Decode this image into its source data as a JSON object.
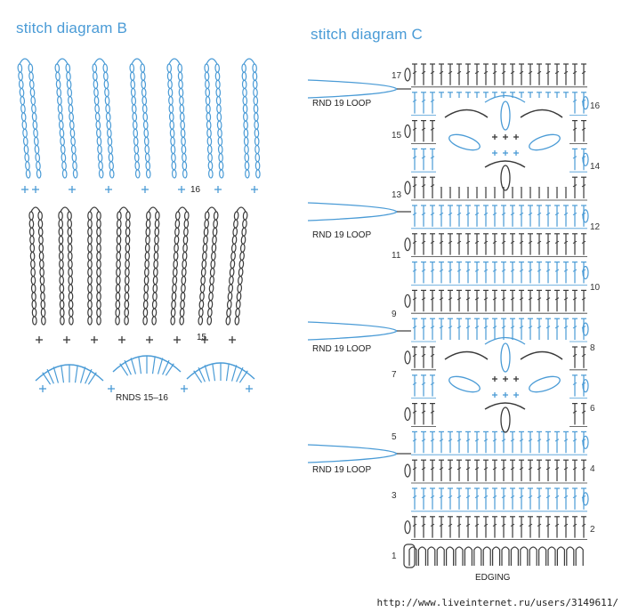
{
  "diagram_b": {
    "title": "stitch diagram B",
    "round_marker": "16",
    "round_marker_2": "15",
    "label": "RNDS 15–16"
  },
  "diagram_c": {
    "title": "stitch diagram C",
    "loop_label": "RND 19 LOOP",
    "edging_label": "EDGING",
    "rows_left": [
      "17",
      "15",
      "13",
      "11",
      "9",
      "7",
      "5",
      "3",
      "1"
    ],
    "rows_right": [
      "16",
      "14",
      "12",
      "10",
      "8",
      "6",
      "4",
      "2"
    ]
  },
  "watermark": "http://www.liveinternet.ru/users/3149611/",
  "colors": {
    "blue": "#4a9bd6",
    "dark": "#3a3a3a"
  }
}
